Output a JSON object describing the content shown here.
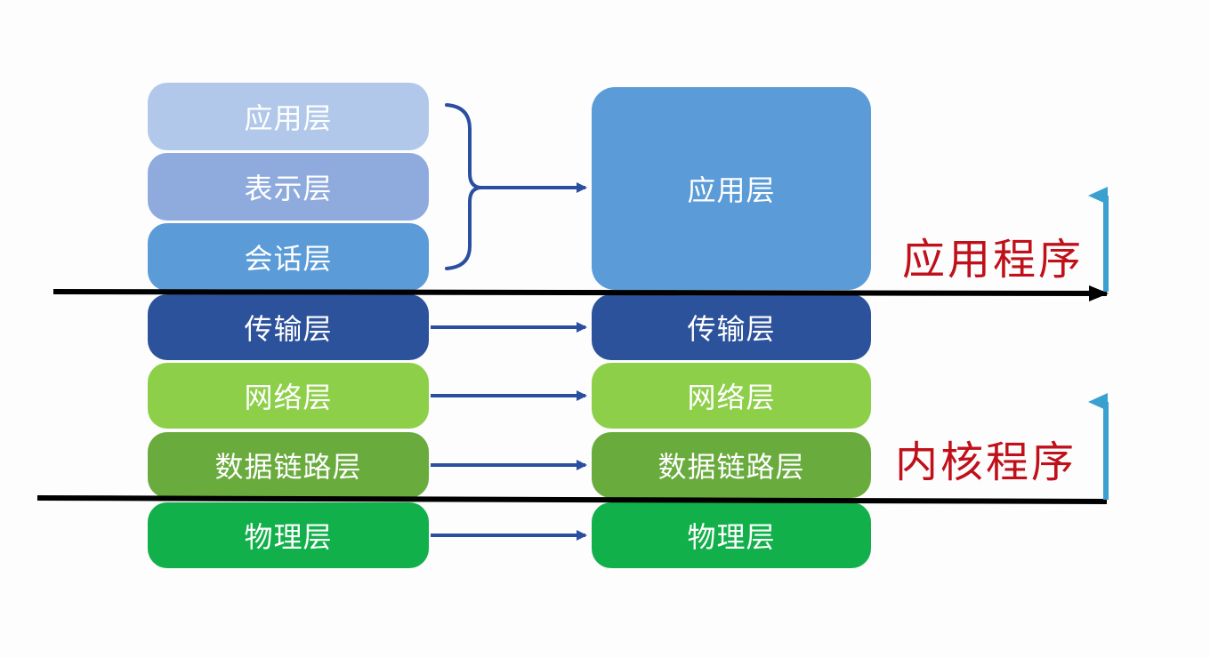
{
  "osi_layers": {
    "application": "应用层",
    "presentation": "表示层",
    "session": "会话层",
    "transport": "传输层",
    "network": "网络层",
    "data_link": "数据链路层",
    "physical": "物理层"
  },
  "tcpip_layers": {
    "application": "应用层",
    "transport": "传输层",
    "network": "网络层",
    "data_link": "数据链路层",
    "physical": "物理层"
  },
  "boundaries": {
    "application_program": "应用程序",
    "kernel_program": "内核程序"
  },
  "colors": {
    "application": "#b2c8ea",
    "presentation": "#8fabde",
    "session": "#5b9bd7",
    "tcpip_application": "#5b9bd7",
    "transport": "#2c529b",
    "network": "#8ecf4a",
    "data_link": "#6aab3e",
    "physical": "#12b04a",
    "connector": "#2b4fa0",
    "up_arrow": "#3aa0d0",
    "boundary_line": "#000000",
    "boundary_text": "#c0101a"
  }
}
